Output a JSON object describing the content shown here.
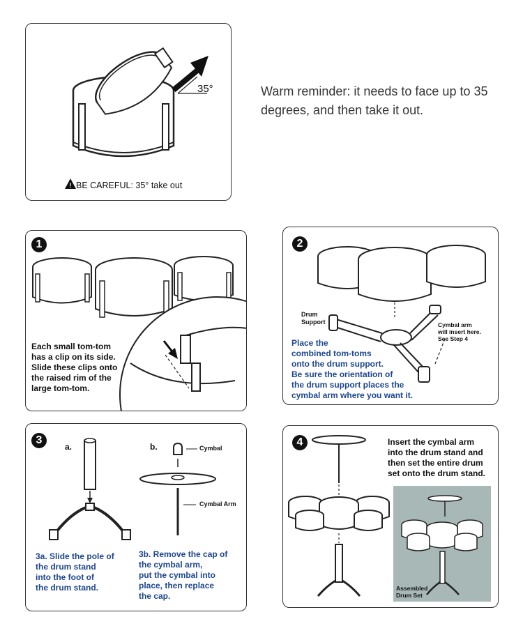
{
  "warning_panel": {
    "angle_label": "35°",
    "careful_label": "BE CAREFUL: 35° take out"
  },
  "reminder_text": "Warm reminder: it needs to face up to 35 degrees, and then take it out.",
  "steps": [
    {
      "number": "1",
      "instruction": "Each small tom-tom\nhas a clip on its side.\nSlide these clips onto\nthe raised rim of the\nlarge tom-tom."
    },
    {
      "number": "2",
      "drum_support_label": "Drum\nSupport",
      "cymbal_arm_note": "Cymbal arm\nwill insert here.\nSee Step 4",
      "instruction": "Place the\ncombined tom-toms\nonto the drum support.\nBe sure the orientation of\nthe drum support places the\ncymbal arm where you want it."
    },
    {
      "number": "3",
      "part_a_label": "a.",
      "part_b_label": "b.",
      "cymbal_label": "Cymbal",
      "cymbal_arm_label": "Cymbal Arm",
      "instruction_a": "3a. Slide the pole of\n      the drum stand\n      into the foot of\n      the drum stand.",
      "instruction_b": "3b. Remove the cap of\n      the cymbal arm,\n      put the cymbal into\n      place, then replace\n      the cap."
    },
    {
      "number": "4",
      "instruction": "Insert the cymbal arm\ninto the drum stand and\nthen set the entire drum\nset onto the drum stand.",
      "assembled_label": "Assembled\nDrum Set"
    }
  ]
}
